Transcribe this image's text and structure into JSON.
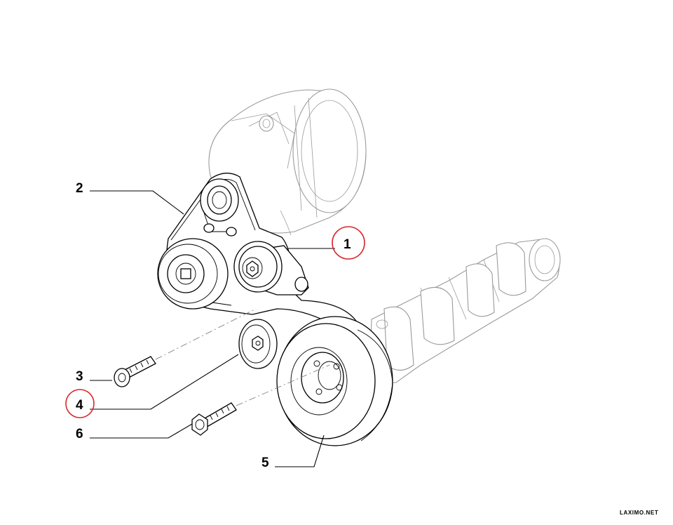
{
  "callouts": [
    {
      "id": "1",
      "label": "1",
      "highlighted": true
    },
    {
      "id": "2",
      "label": "2",
      "highlighted": false
    },
    {
      "id": "3",
      "label": "3",
      "highlighted": false
    },
    {
      "id": "4",
      "label": "4",
      "highlighted": true
    },
    {
      "id": "5",
      "label": "5",
      "highlighted": false
    },
    {
      "id": "6",
      "label": "6",
      "highlighted": false
    }
  ],
  "watermark": "LAXIMO.NET",
  "colors": {
    "highlight": "#d9262b",
    "line": "#000000",
    "ghost": "#9a9a9a",
    "background": "#ffffff"
  }
}
